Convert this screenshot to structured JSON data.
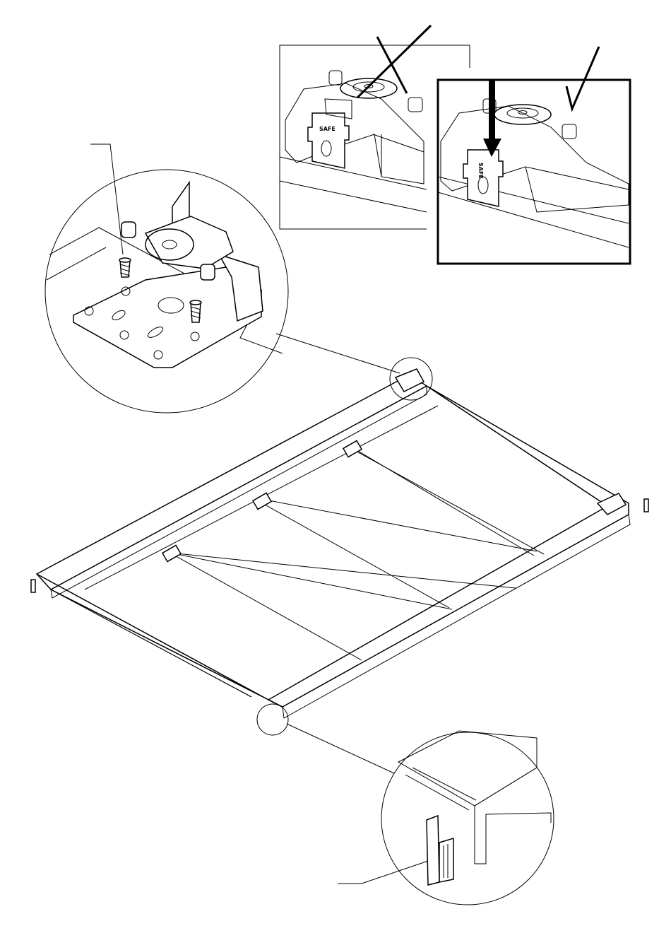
{
  "panels": {
    "incorrect": {
      "mark": "cross-mark",
      "label_text": "SAFE"
    },
    "correct": {
      "mark": "check-mark",
      "label_text": "SAFE"
    }
  },
  "details": {
    "roller_bracket": {
      "fasteners": "screw-icon"
    },
    "end_stop": {
      "part": "end-stop-insert"
    }
  },
  "colors": {
    "ink": "#000000",
    "paper": "#ffffff"
  }
}
